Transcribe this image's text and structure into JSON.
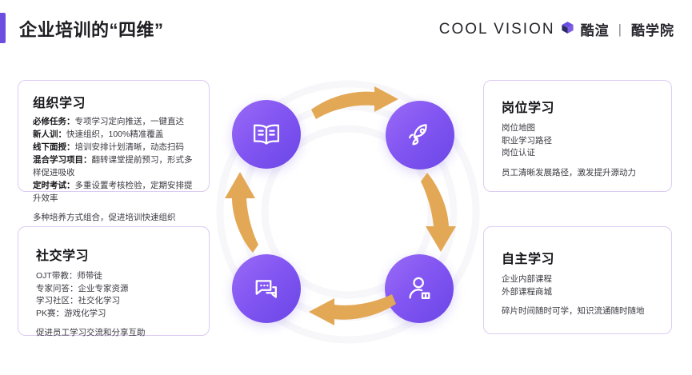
{
  "header": {
    "title": "企业培训的“四维”",
    "accent_color": "#6C4FE0",
    "brand_mark": "COOL VISION",
    "brand_cube_icon": "cube-icon",
    "brand_cn_left": "酷渲",
    "brand_separator": "|",
    "brand_cn_right": "酷学院"
  },
  "colors": {
    "purple": "#6C4FE0",
    "gradient_start": "#9A6BF6",
    "gradient_end": "#6A46E6",
    "arrow": "#E3A855",
    "card_border": "#DCCBF2",
    "text": "#3a3a42",
    "heading": "#16161a"
  },
  "cards": {
    "org": {
      "title": "组织学习",
      "lines": [
        {
          "label": "必修任务",
          "sep": "：",
          "text": "专项学习定向推送，一键直达"
        },
        {
          "label": "新人训",
          "sep": "：",
          "text": "快速组织，100%精准覆盖"
        },
        {
          "label": "线下面授",
          "sep": "：",
          "text": "培训安排计划清晰，动态扫码"
        },
        {
          "label": "混合学习项目",
          "sep": "：",
          "text": "翻转课堂提前预习，形式多样促进吸收"
        },
        {
          "label": "定时考试",
          "sep": "：",
          "text": "多重设置考核检验，定期安排提升效率"
        }
      ],
      "footer": "多种培养方式组合，促进培训快速组织"
    },
    "social": {
      "title": "社交学习",
      "lines": [
        {
          "label": "",
          "sep": "",
          "text": "OJT带教：师带徒"
        },
        {
          "label": "",
          "sep": "",
          "text": "专家问答：企业专家资源"
        },
        {
          "label": "",
          "sep": "",
          "text": "学习社区：社交化学习"
        },
        {
          "label": "",
          "sep": "",
          "text": "PK赛：游戏化学习"
        }
      ],
      "footer": "促进员工学习交流和分享互助"
    },
    "post": {
      "title": "岗位学习",
      "lines": [
        {
          "label": "",
          "sep": "",
          "text": "岗位地图"
        },
        {
          "label": "",
          "sep": "",
          "text": "职业学习路径"
        },
        {
          "label": "",
          "sep": "",
          "text": "岗位认证"
        }
      ],
      "footer": "员工清晰发展路径，激发提升源动力"
    },
    "self": {
      "title": "自主学习",
      "lines": [
        {
          "label": "",
          "sep": "",
          "text": "企业内部课程"
        },
        {
          "label": "",
          "sep": "",
          "text": "外部课程商城"
        }
      ],
      "footer": "碎片时间随时可学，知识流通随时随地"
    }
  },
  "cycle": {
    "nodes": [
      {
        "id": "org",
        "icon": "open-book-icon",
        "position": "top-left"
      },
      {
        "id": "post",
        "icon": "rocket-icon",
        "position": "top-right"
      },
      {
        "id": "self",
        "icon": "person-reading-icon",
        "position": "bottom-right"
      },
      {
        "id": "social",
        "icon": "chat-bubbles-icon",
        "position": "bottom-left"
      }
    ],
    "arrows": [
      {
        "id": "top",
        "direction": "right",
        "icon": "arrow-right-icon"
      },
      {
        "id": "right",
        "direction": "down",
        "icon": "arrow-down-icon"
      },
      {
        "id": "bottom",
        "direction": "left",
        "icon": "arrow-left-icon"
      },
      {
        "id": "left",
        "direction": "up",
        "icon": "arrow-up-icon"
      }
    ]
  }
}
